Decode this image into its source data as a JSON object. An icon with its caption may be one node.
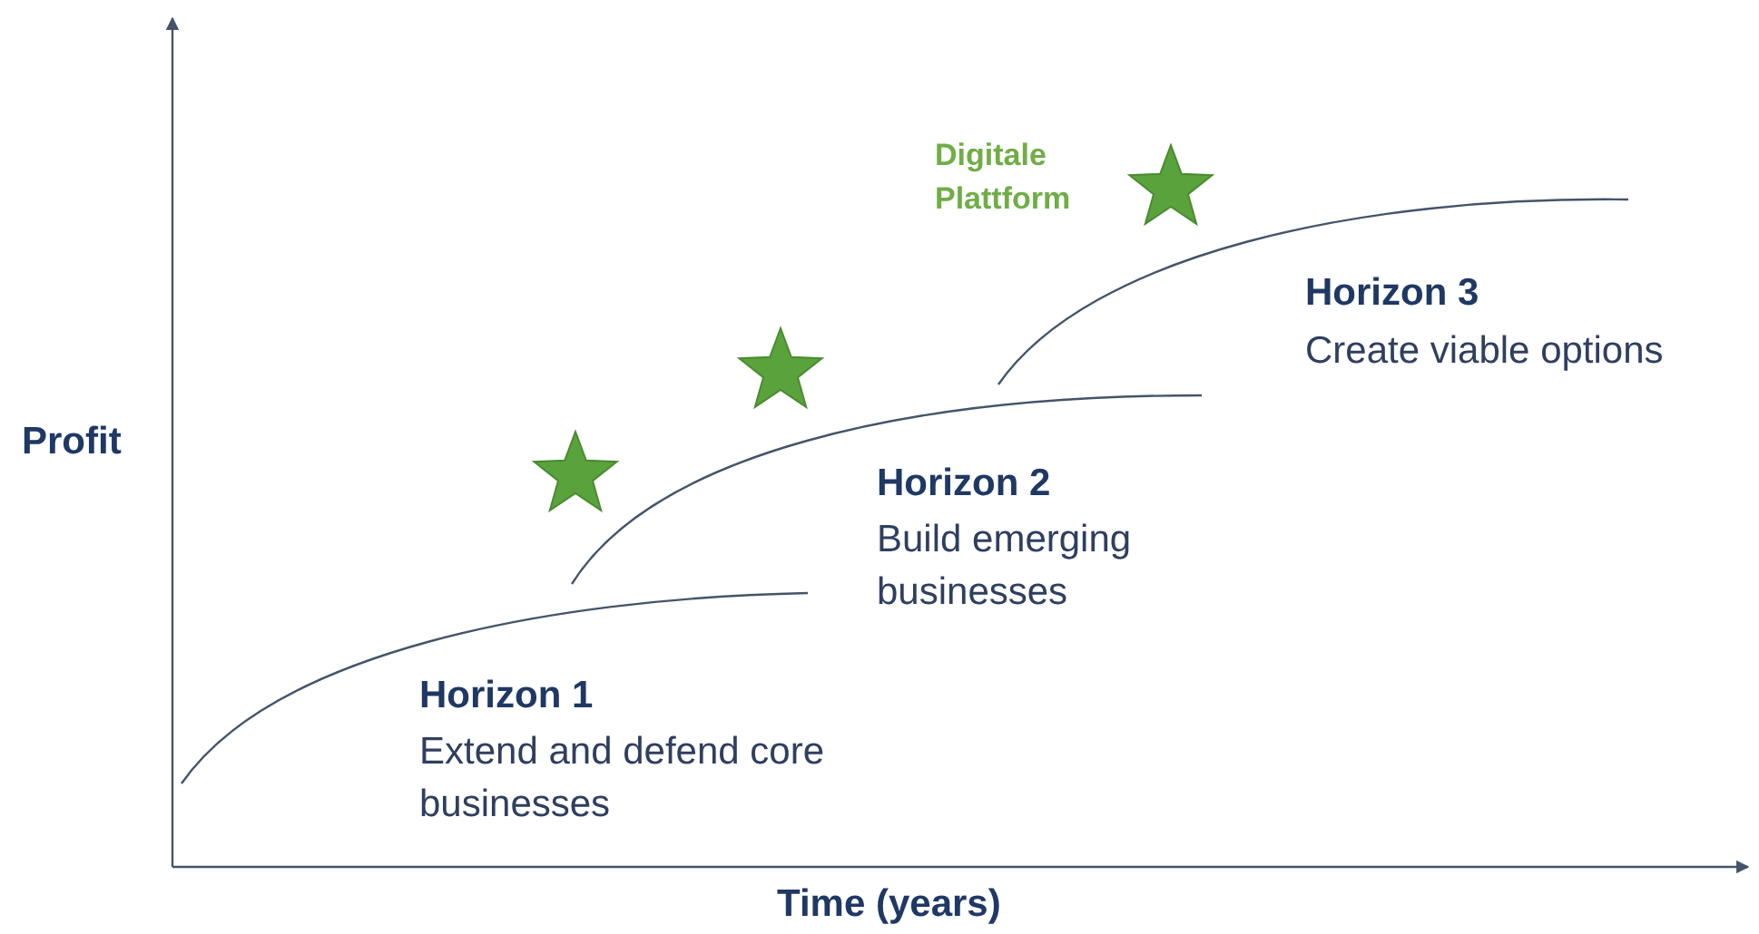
{
  "diagram": {
    "labels": [
      "Digitale Plattform",
      "Horizon 3",
      "Create viable options",
      "Profit",
      "Horizon 2",
      "Build emerging businesses",
      "Horizon 1",
      "Extend and defend core businesses",
      "Time (years)"
    ]
  }
}
